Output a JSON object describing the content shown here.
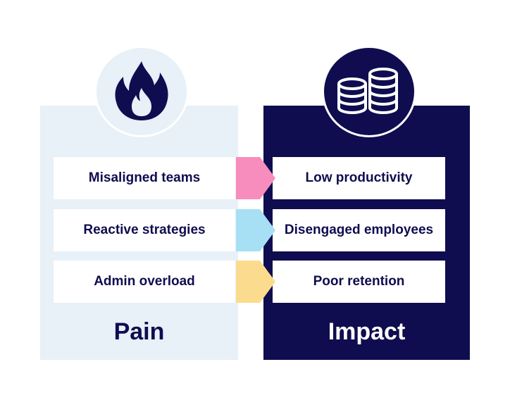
{
  "pain": {
    "title": "Pain",
    "icon": "fire-icon",
    "items": [
      "Misaligned teams",
      "Reactive strategies",
      "Admin overload"
    ]
  },
  "impact": {
    "title": "Impact",
    "icon": "coins-icon",
    "items": [
      "Low productivity",
      "Disengaged employees",
      "Poor retention"
    ]
  },
  "colors": {
    "navy": "#0f0d4f",
    "light_panel": "#e8f0f8",
    "arrow_1": "#f78dbd",
    "arrow_2": "#a7e0f5",
    "arrow_3": "#fbdc8e"
  }
}
